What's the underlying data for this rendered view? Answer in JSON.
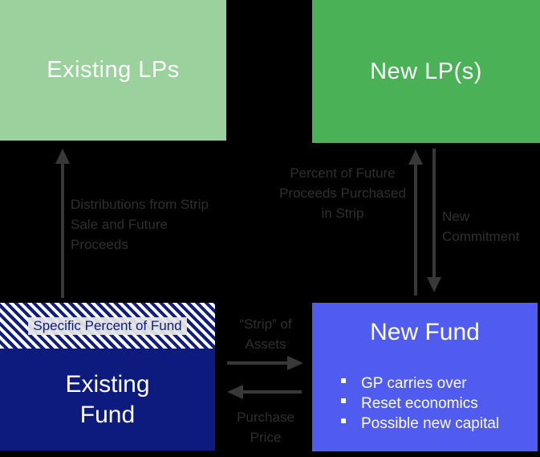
{
  "diagram": {
    "boxes": {
      "existing_lps": {
        "title": "Existing LPs"
      },
      "new_lps": {
        "title": "New LP(s)"
      },
      "existing_fund": {
        "title": "Existing Fund",
        "band_label": "Specific Percent of Fund"
      },
      "new_fund": {
        "title": "New Fund",
        "bullets": [
          "GP carries over",
          "Reset economics",
          "Possible new capital"
        ]
      }
    },
    "flow_labels": {
      "distributions": "Distributions from Strip Sale and Future Proceeds",
      "percent_future": "Percent of Future Proceeds Purchased in Strip",
      "new_commitment": "New Commitment",
      "strip_of_assets": "“Strip” of Assets",
      "purchase_price": "Purchase Price"
    },
    "colors": {
      "background": "#000000",
      "existing_lps_bg": "#9ad19c",
      "new_lps_bg": "#4ab157",
      "existing_fund_bg": "#0d1b7e",
      "new_fund_bg": "#505cf0",
      "box_text": "#ffffff",
      "flow_label_text": "#2f2f2f",
      "arrow": "#383838",
      "hatch_stripe": "#101d80",
      "hatch_bg": "#ffffff",
      "hatch_label_bg": "#e5e5e5",
      "hatch_label_text": "#101d80"
    }
  }
}
